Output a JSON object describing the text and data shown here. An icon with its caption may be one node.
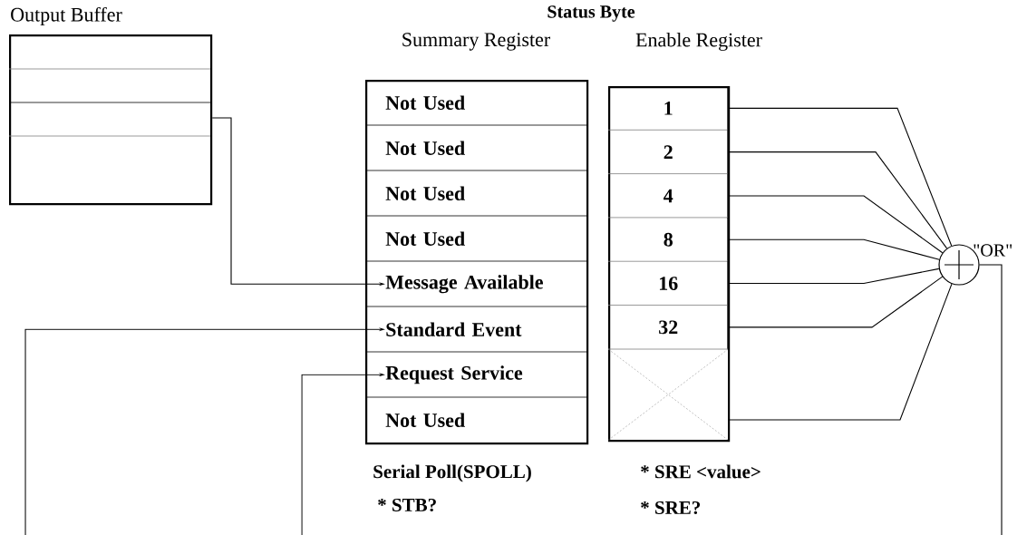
{
  "diagram": {
    "title": "Status Byte",
    "nodes": [
      {
        "text": [
          "Output Buffer"
        ]
      },
      {
        "text": [
          "Summary Register"
        ]
      },
      {
        "text": [
          "Not Used"
        ],
        "in": 1
      },
      {
        "text": [
          "Not Used"
        ],
        "in": 1
      },
      {
        "text": [
          "Not Used"
        ],
        "in": 1
      },
      {
        "text": [
          "Not Used"
        ],
        "in": 1
      },
      {
        "text": [
          "Message Available"
        ],
        "in": 1
      },
      {
        "text": [
          "Standard Event"
        ],
        "in": 1
      },
      {
        "text": [
          "Request Service"
        ],
        "in": 1
      },
      {
        "text": [
          "Not Used"
        ],
        "in": 1
      },
      {
        "text": [
          "Enable Register"
        ]
      },
      {
        "text": [
          "1"
        ],
        "in": 10
      },
      {
        "text": [
          "2"
        ],
        "in": 10
      },
      {
        "text": [
          "4"
        ],
        "in": 10
      },
      {
        "text": [
          "8"
        ],
        "in": 10
      },
      {
        "text": [
          "16"
        ],
        "in": 10
      },
      {
        "text": [
          "32"
        ],
        "in": 10
      },
      {
        "text": [],
        "shape": "box",
        "in": 10
      },
      {
        "text": [],
        "shape": "circle",
        "beside": [
          "\"OR\""
        ]
      }
    ],
    "edges": [
      {
        "from": 0,
        "to": 6,
        "arrow": "to"
      },
      {
        "from": null,
        "to": 7,
        "arrow": "to"
      },
      {
        "from": null,
        "to": 8,
        "arrow": "to"
      },
      {
        "from": 11,
        "to": 18,
        "arrow": "none"
      },
      {
        "from": 12,
        "to": 18,
        "arrow": "none"
      },
      {
        "from": 13,
        "to": 18,
        "arrow": "none"
      },
      {
        "from": 14,
        "to": 18,
        "arrow": "none"
      },
      {
        "from": 15,
        "to": 18,
        "arrow": "none"
      },
      {
        "from": 16,
        "to": 18,
        "arrow": "none"
      },
      {
        "from": 17,
        "to": 18,
        "arrow": "none"
      },
      {
        "from": 18,
        "to": null,
        "arrow": "none"
      }
    ],
    "labels": [
      "Serial Poll(SPOLL)",
      "* STB?",
      "* SRE <value>",
      "* SRE?"
    ]
  }
}
